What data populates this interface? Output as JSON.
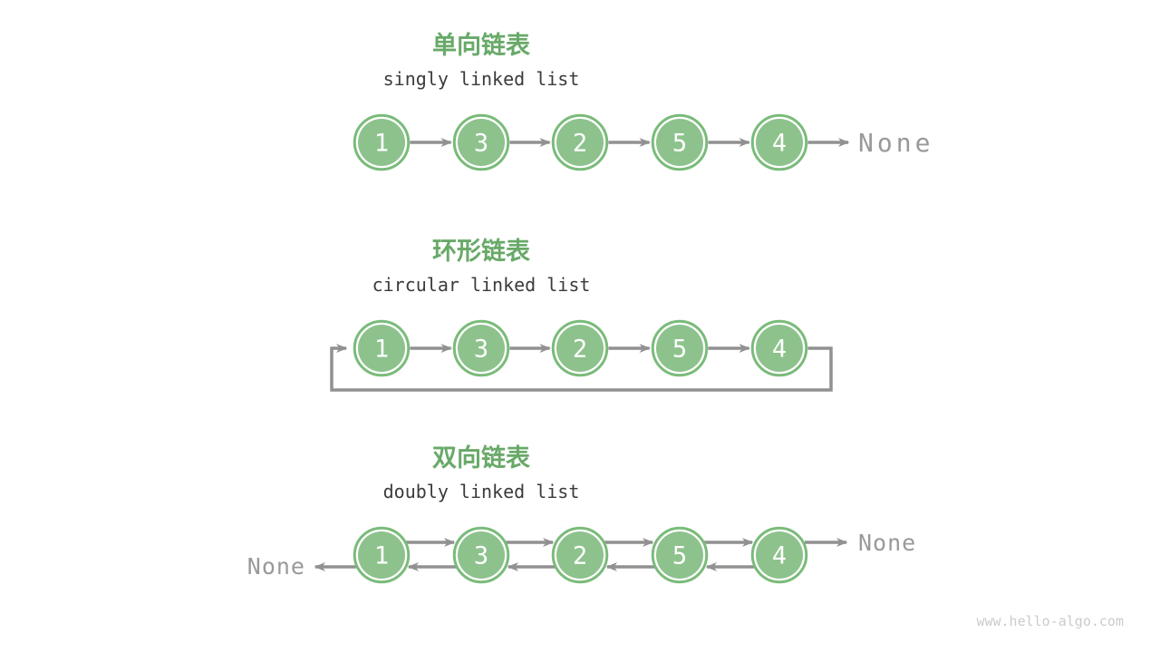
{
  "watermark": "www.hello-algo.com",
  "colors": {
    "node_fill": "#8DC28D",
    "node_ring": "#7ABB7A",
    "node_text": "#FFFFFF",
    "title_green": "#68A968",
    "arrow_gray": "#919191",
    "none_gray": "#999999",
    "subtitle_dark": "#3B3B3B",
    "watermark_gray": "#CBCBCB",
    "background": "#FFFFFF"
  },
  "sections": [
    {
      "id": "singly",
      "title": "单向链表",
      "subtitle": "singly linked list",
      "type": "singly",
      "nodes": [
        "1",
        "3",
        "2",
        "5",
        "4"
      ],
      "tail_label": "None"
    },
    {
      "id": "circular",
      "title": "环形链表",
      "subtitle": "circular linked list",
      "type": "circular",
      "nodes": [
        "1",
        "3",
        "2",
        "5",
        "4"
      ]
    },
    {
      "id": "doubly",
      "title": "双向链表",
      "subtitle": "doubly linked list",
      "type": "doubly",
      "nodes": [
        "1",
        "3",
        "2",
        "5",
        "4"
      ],
      "head_label": "None",
      "tail_label": "None"
    }
  ]
}
